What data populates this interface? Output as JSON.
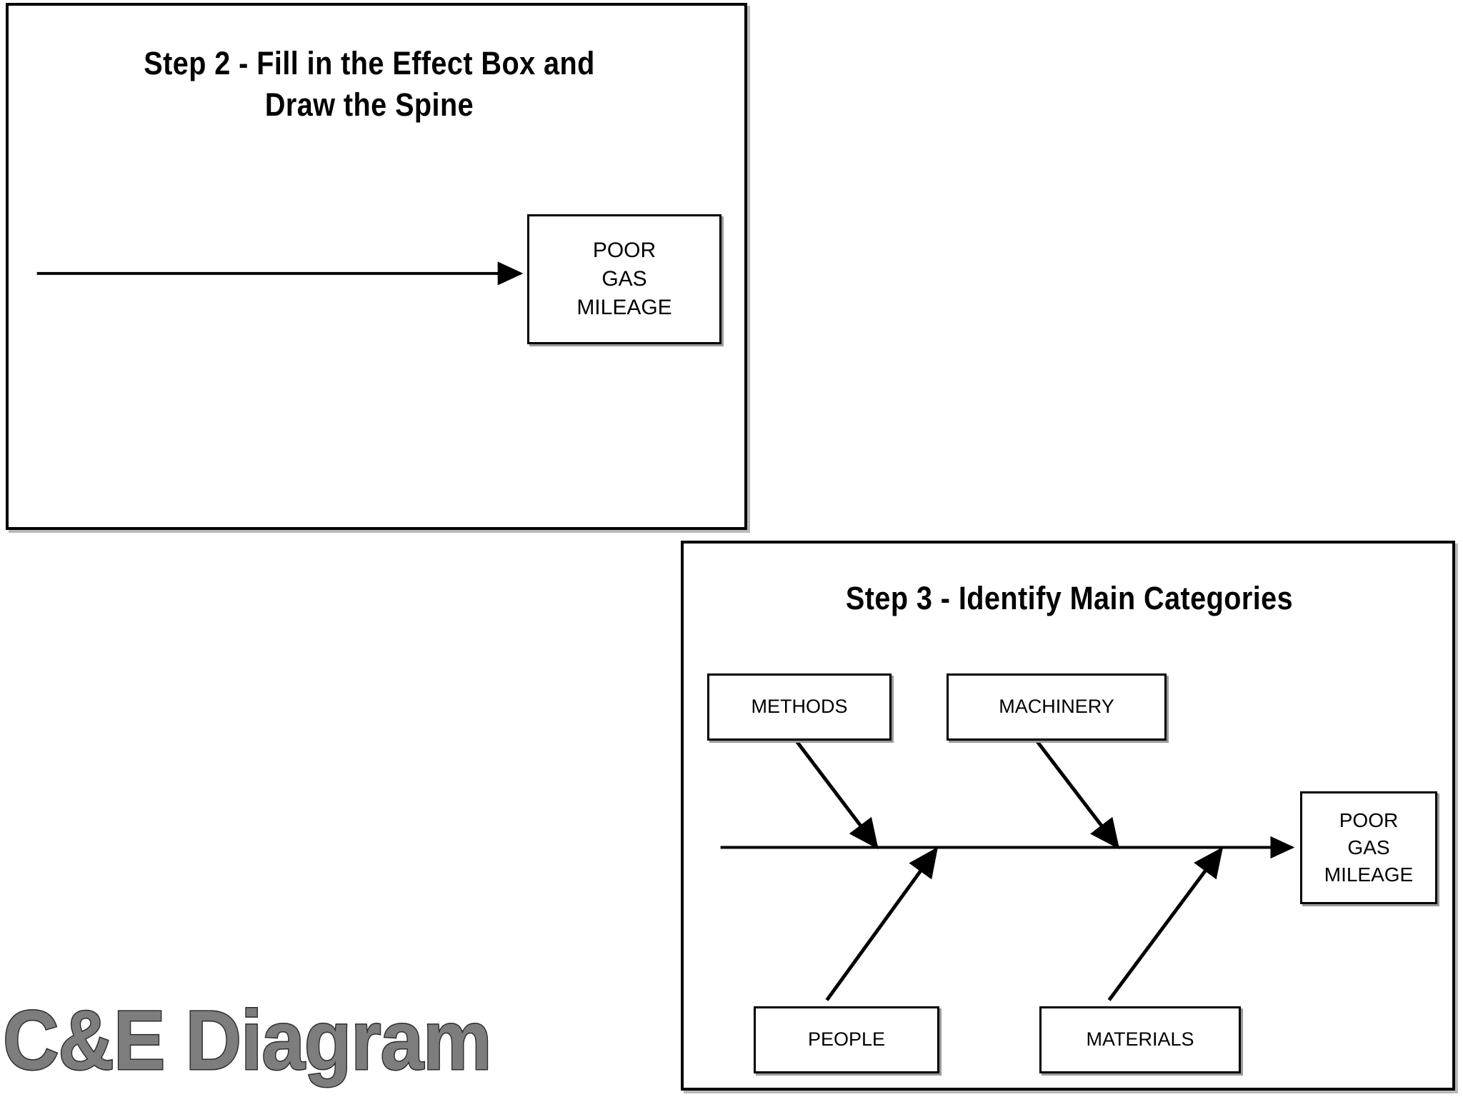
{
  "page": {
    "background": "#ffffff",
    "wordmark": "C&E Diagram",
    "wordmark_fill": "#7d7d7d",
    "wordmark_outline": "#2b2b2b"
  },
  "panels": [
    {
      "id": "step2",
      "title": "Step 2 - Fill in the Effect Box and\nDraw the Spine",
      "effect_box": {
        "label": "POOR\nGAS\nMILEAGE"
      },
      "spine": {
        "description": "horizontal arrow pointing right into effect box"
      }
    },
    {
      "id": "step3",
      "title": "Step 3 - Identify Main Categories",
      "effect_box": {
        "label": "POOR\nGAS\nMILEAGE"
      },
      "categories": [
        {
          "label": "METHODS",
          "position": "top-left"
        },
        {
          "label": "MACHINERY",
          "position": "top-right"
        },
        {
          "label": "PEOPLE",
          "position": "bottom-left"
        },
        {
          "label": "MATERIALS",
          "position": "bottom-right"
        }
      ]
    }
  ],
  "colors": {
    "line": "#000000",
    "box_border": "#000000",
    "box_fill": "#ffffff",
    "shadow": "#b9b9b9"
  }
}
